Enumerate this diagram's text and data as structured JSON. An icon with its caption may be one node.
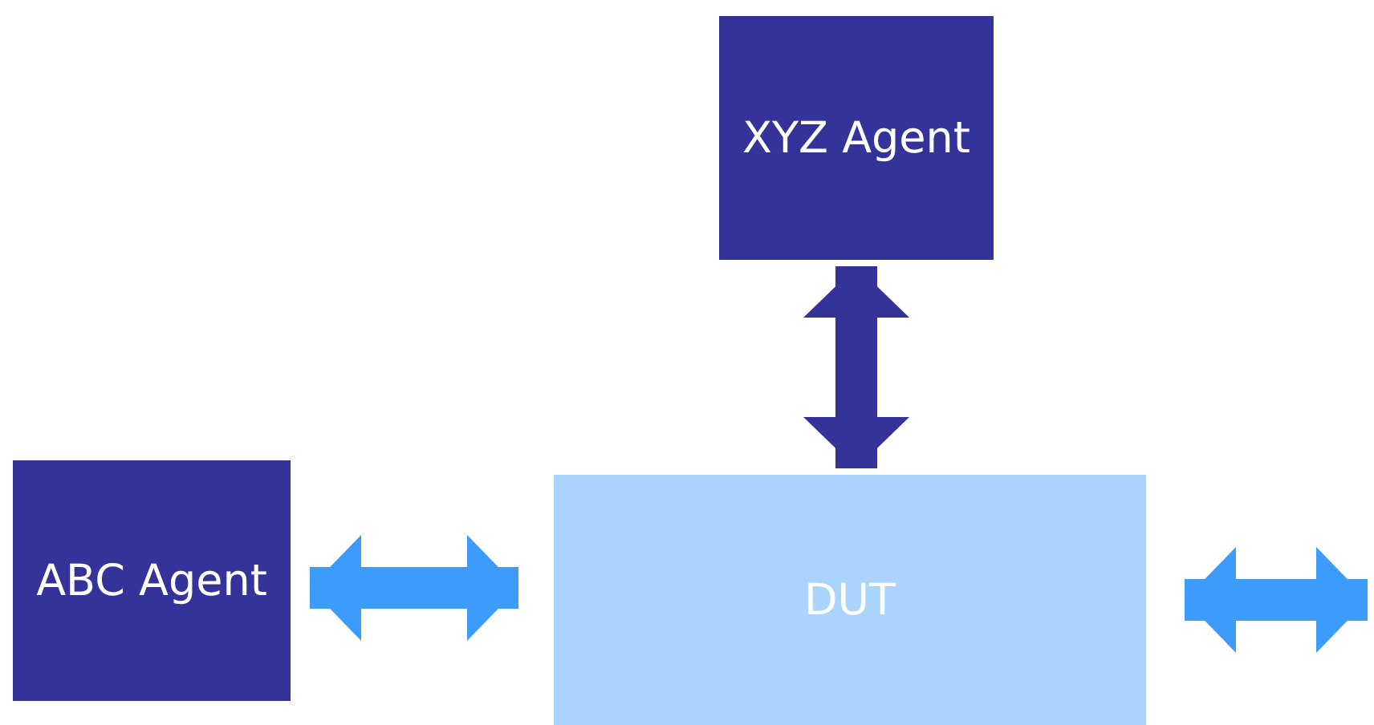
{
  "diagram": {
    "nodes": [
      {
        "text": [
          "XYZ Agent"
        ]
      },
      {
        "text": [
          "ABC Agent"
        ]
      },
      {
        "text": [
          "DUT"
        ]
      }
    ],
    "edges": [
      {
        "from": 0,
        "to": 2,
        "arrow": "both",
        "color": "#333399"
      },
      {
        "from": 1,
        "to": 2,
        "arrow": "both"
      },
      {
        "from": 2,
        "to": null,
        "arrow": "both"
      }
    ]
  }
}
